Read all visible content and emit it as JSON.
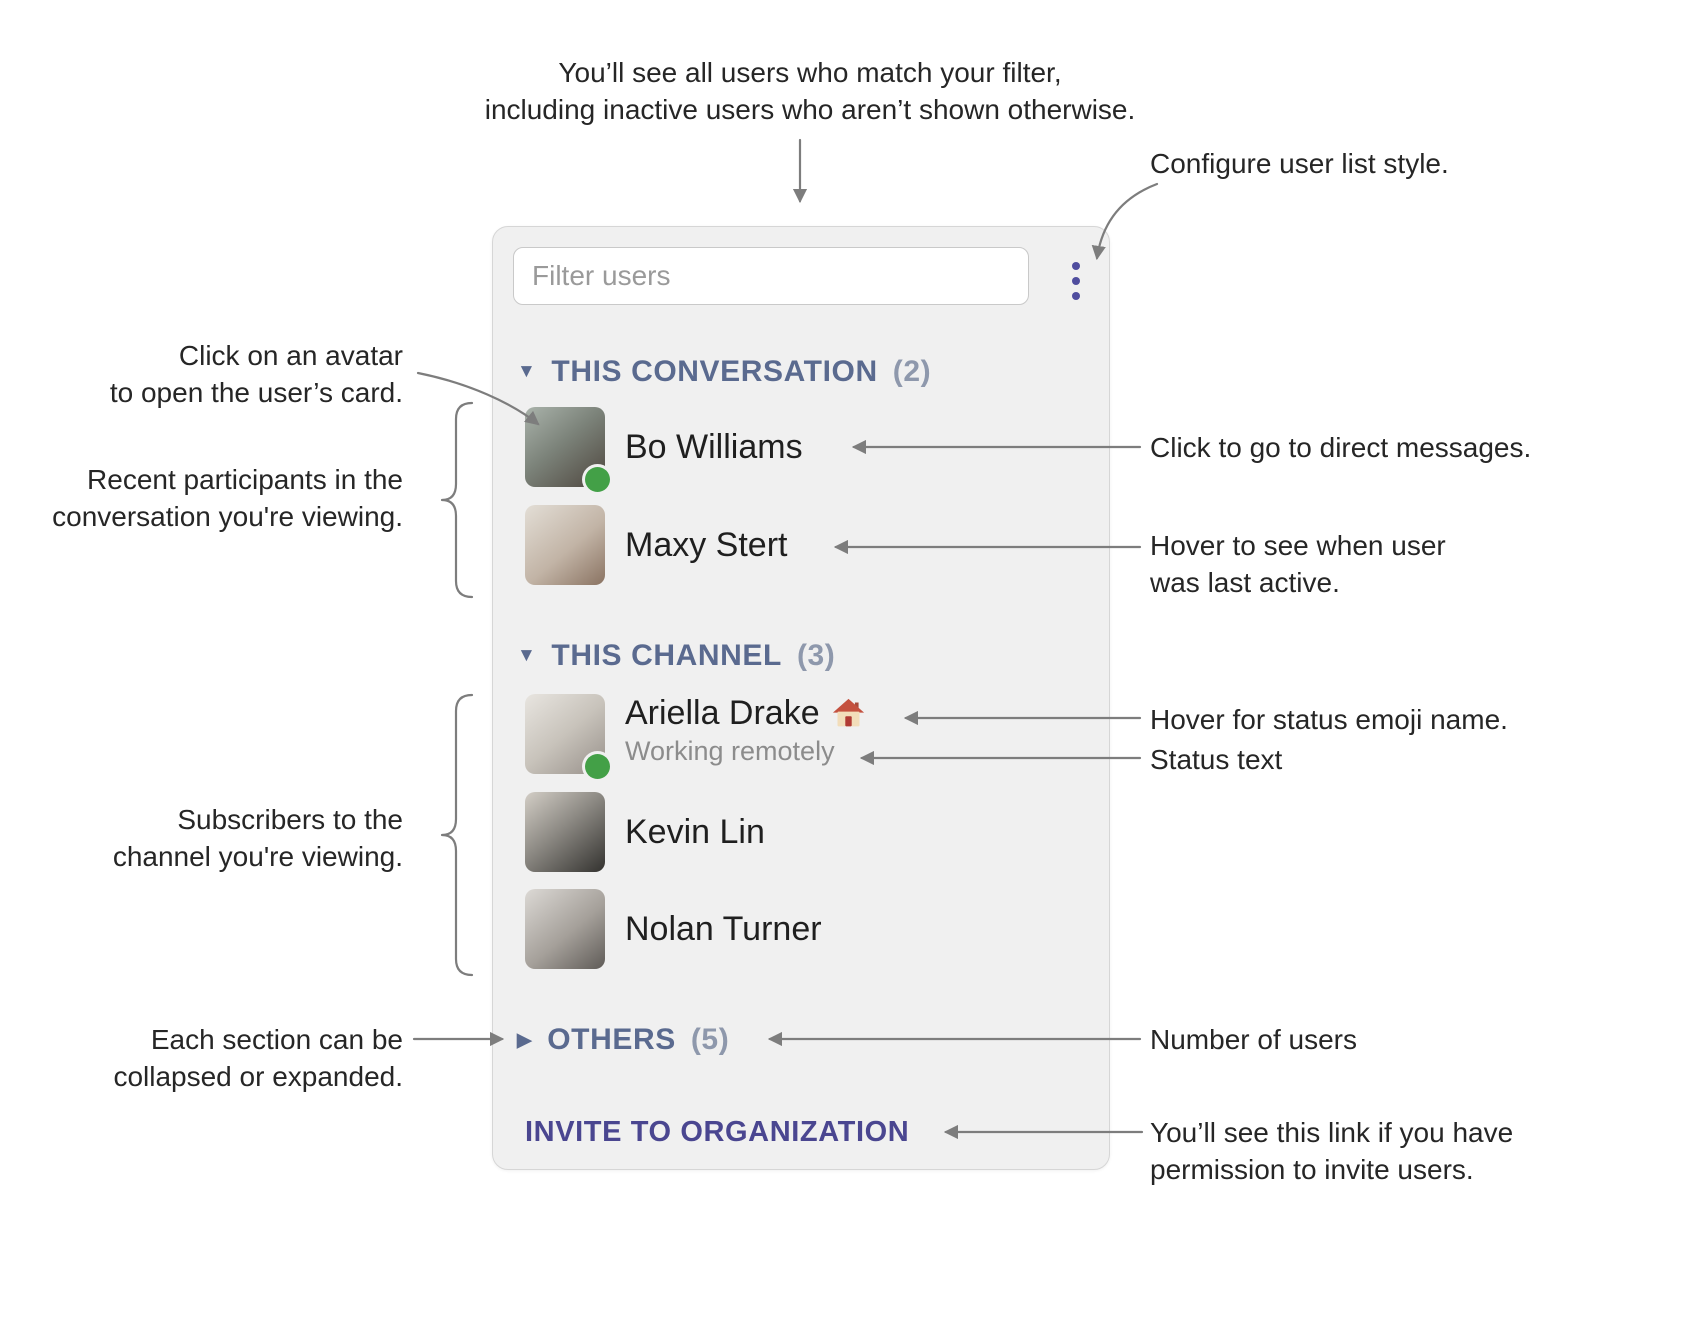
{
  "annotations": {
    "filter_note": [
      "You’ll see all users who match your filter,",
      "including inactive users who aren’t shown otherwise."
    ],
    "configure_note": "Configure user list style.",
    "avatar_note": [
      "Click on an avatar",
      "to open the user’s card."
    ],
    "participants_note": [
      "Recent participants in the",
      "conversation you're viewing."
    ],
    "dm_note": "Click to go to direct messages.",
    "last_active_note": [
      "Hover to see when user",
      "was last active."
    ],
    "subscribers_note": [
      "Subscribers to the",
      "channel you're viewing."
    ],
    "status_emoji_note": "Hover for status emoji name.",
    "status_text_note": "Status text",
    "collapse_note": [
      "Each section can be",
      "collapsed or expanded."
    ],
    "count_note": "Number of users",
    "invite_note": [
      "You’ll see this link if you have",
      "permission to invite users."
    ]
  },
  "panel": {
    "filter_placeholder": "Filter users",
    "menu_icon": "vertical-ellipsis",
    "sections": [
      {
        "caret": "▼",
        "title": "THIS CONVERSATION",
        "count": "(2)",
        "collapsed": false,
        "users": [
          {
            "name": "Bo Williams",
            "online": true
          },
          {
            "name": "Maxy Stert",
            "online": false
          }
        ]
      },
      {
        "caret": "▼",
        "title": "THIS CHANNEL",
        "count": "(3)",
        "collapsed": false,
        "users": [
          {
            "name": "Ariella Drake",
            "status_emoji": "🏠",
            "status_emoji_name": "house",
            "status_text": "Working remotely",
            "online": true
          },
          {
            "name": "Kevin Lin",
            "online": false
          },
          {
            "name": "Nolan Turner",
            "online": false
          }
        ]
      },
      {
        "caret": "▶",
        "title": "OTHERS",
        "count": "(5)",
        "collapsed": true,
        "users": []
      }
    ],
    "invite_link": "INVITE TO ORGANIZATION"
  },
  "colors": {
    "section_header": "#5a6a8f",
    "count": "#8e98ac",
    "invite_link": "#4a4690",
    "online_dot": "#43a047",
    "menu_icon": "#4f4d9e",
    "connector": "#7d7d7d"
  }
}
